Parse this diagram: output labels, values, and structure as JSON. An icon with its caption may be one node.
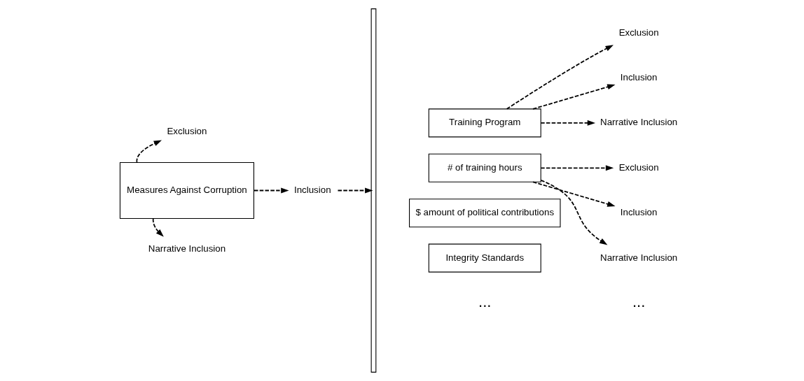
{
  "diagram": {
    "nodes": [
      {
        "text": [
          "Measures Against Corruption"
        ]
      },
      {
        "text": [
          "Exclusion"
        ]
      },
      {
        "text": [
          "Narrative Inclusion"
        ]
      },
      {
        "text": [
          "Inclusion"
        ]
      },
      {
        "text": [],
        "shape": "bracket"
      },
      {
        "text": [
          "Training Program"
        ]
      },
      {
        "text": [
          "Exclusion"
        ]
      },
      {
        "text": [
          "Inclusion"
        ]
      },
      {
        "text": [
          "Narrative Inclusion"
        ]
      },
      {
        "text": [
          "# of training hours"
        ]
      },
      {
        "text": [
          "Exclusion"
        ]
      },
      {
        "text": [
          "Inclusion"
        ]
      },
      {
        "text": [
          "Narrative Inclusion"
        ]
      },
      {
        "text": [
          "$ amount of political contributions"
        ]
      },
      {
        "text": [
          "Integrity Standards"
        ]
      }
    ],
    "edges": [
      {
        "from": 0,
        "to": 1,
        "arrow": "to",
        "style": "dashed"
      },
      {
        "from": 0,
        "to": 2,
        "arrow": "to",
        "style": "dashed"
      },
      {
        "from": 0,
        "to": 3,
        "arrow": "to",
        "style": "dashed"
      },
      {
        "from": 3,
        "to": 4,
        "arrow": "to",
        "style": "dashed"
      },
      {
        "from": 5,
        "to": 6,
        "arrow": "to",
        "style": "dashed"
      },
      {
        "from": 5,
        "to": 7,
        "arrow": "to",
        "style": "dashed"
      },
      {
        "from": 5,
        "to": 8,
        "arrow": "to",
        "style": "dashed"
      },
      {
        "from": 9,
        "to": 10,
        "arrow": "to",
        "style": "dashed"
      },
      {
        "from": 9,
        "to": 11,
        "arrow": "to",
        "style": "dashed"
      },
      {
        "from": 9,
        "to": 12,
        "arrow": "to",
        "style": "dashed"
      }
    ],
    "labels": [
      "...",
      "..."
    ]
  }
}
